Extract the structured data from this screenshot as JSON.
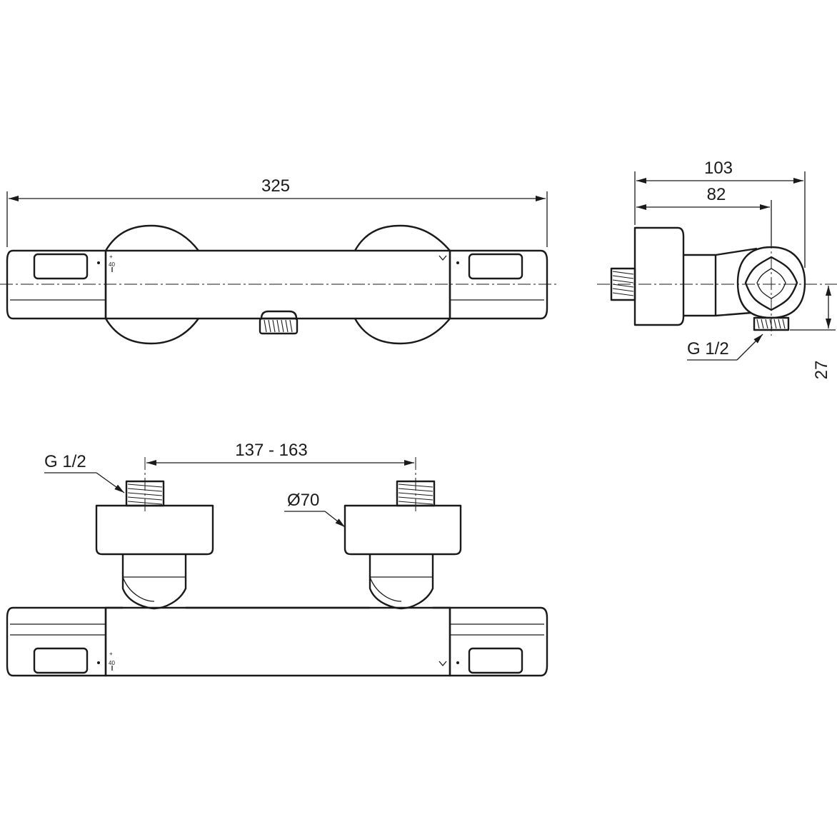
{
  "dimensions": {
    "overall_width": "325",
    "depth_total": "103",
    "depth_to_outlet": "82",
    "outlet_offset": "27",
    "inlet_spacing": "137 - 163",
    "escutcheon_diameter": "Ø70"
  },
  "thread_labels": {
    "side_outlet": "G 1/2",
    "top_inlet": "G 1/2"
  },
  "dial_markings": {
    "temperature_value": "40",
    "plus_sign": "+"
  }
}
